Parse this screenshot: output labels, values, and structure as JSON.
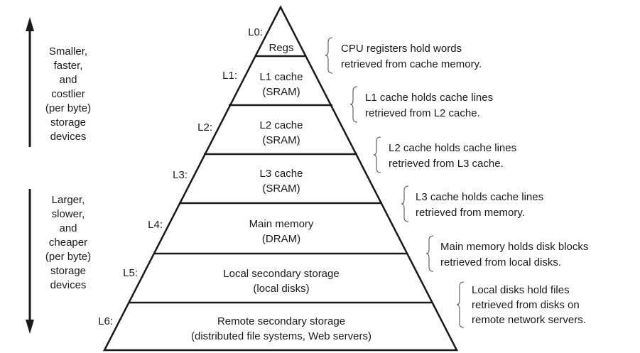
{
  "top_side": [
    "Smaller,",
    "faster,",
    "and",
    "costlier",
    "(per byte)",
    "storage",
    "devices"
  ],
  "bottom_side": [
    "Larger,",
    "slower,",
    "and",
    "cheaper",
    "(per byte)",
    "storage",
    "devices"
  ],
  "levels": [
    {
      "id": "L0:",
      "lines": [
        "Regs"
      ]
    },
    {
      "id": "L1:",
      "lines": [
        "L1 cache",
        "(SRAM)"
      ]
    },
    {
      "id": "L2:",
      "lines": [
        "L2 cache",
        "(SRAM)"
      ]
    },
    {
      "id": "L3:",
      "lines": [
        "L3 cache",
        "(SRAM)"
      ]
    },
    {
      "id": "L4:",
      "lines": [
        "Main memory",
        "(DRAM)"
      ]
    },
    {
      "id": "L5:",
      "lines": [
        "Local secondary storage",
        "(local disks)"
      ]
    },
    {
      "id": "L6:",
      "lines": [
        "Remote secondary storage",
        "(distributed file systems, Web servers)"
      ]
    }
  ],
  "notes": [
    [
      "CPU registers hold words",
      "retrieved from cache memory."
    ],
    [
      "L1 cache holds cache lines",
      "retrieved from L2 cache."
    ],
    [
      "L2 cache holds cache lines",
      "retrieved from L3 cache."
    ],
    [
      "L3 cache holds cache lines",
      "retrieved from memory."
    ],
    [
      "Main memory holds disk blocks",
      "retrieved from local disks."
    ],
    [
      "Local disks hold files",
      "retrieved from disks on",
      "remote network servers."
    ]
  ],
  "colors": {
    "line": "#1a1a1a",
    "brace": "#555555",
    "background": "#ffffff"
  }
}
